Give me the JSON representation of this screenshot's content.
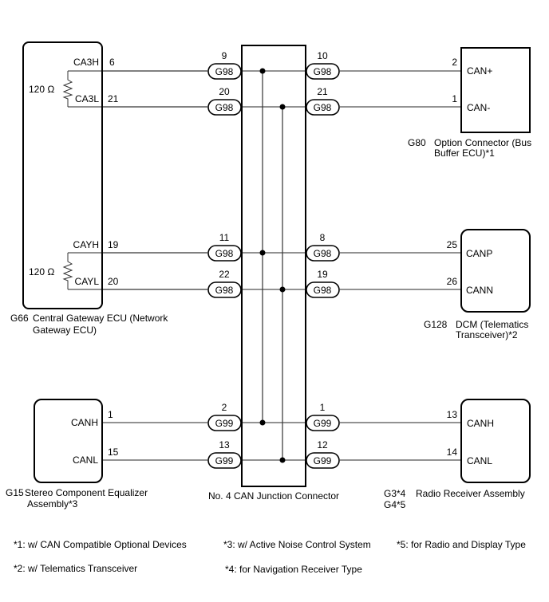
{
  "components": {
    "g66": {
      "code": "G66",
      "name_line1": "Central Gateway ECU (Network",
      "name_line2": "Gateway ECU)",
      "resistors": [
        {
          "label": "120 Ω"
        },
        {
          "label": "120 Ω"
        }
      ],
      "pins": [
        {
          "signal": "CA3H",
          "pin": "6"
        },
        {
          "signal": "CA3L",
          "pin": "21"
        },
        {
          "signal": "CAYH",
          "pin": "19"
        },
        {
          "signal": "CAYL",
          "pin": "20"
        }
      ]
    },
    "junction": {
      "name": "No. 4 CAN Junction Connector",
      "left_connectors": [
        {
          "pin": "9",
          "connector": "G98"
        },
        {
          "pin": "20",
          "connector": "G98"
        },
        {
          "pin": "11",
          "connector": "G98"
        },
        {
          "pin": "22",
          "connector": "G98"
        },
        {
          "pin": "2",
          "connector": "G99"
        },
        {
          "pin": "13",
          "connector": "G99"
        }
      ],
      "right_connectors": [
        {
          "pin": "10",
          "connector": "G98"
        },
        {
          "pin": "21",
          "connector": "G98"
        },
        {
          "pin": "8",
          "connector": "G98"
        },
        {
          "pin": "19",
          "connector": "G98"
        },
        {
          "pin": "1",
          "connector": "G99"
        },
        {
          "pin": "12",
          "connector": "G99"
        }
      ]
    },
    "g80": {
      "code": "G80",
      "name_line1": "Option Connector (Bus",
      "name_line2": "Buffer ECU)*1",
      "pins": [
        {
          "signal": "CAN+",
          "pin": "2"
        },
        {
          "signal": "CAN-",
          "pin": "1"
        }
      ]
    },
    "g128": {
      "code": "G128",
      "name_line1": "DCM (Telematics",
      "name_line2": "Transceiver)*2",
      "pins": [
        {
          "signal": "CANP",
          "pin": "25"
        },
        {
          "signal": "CANN",
          "pin": "26"
        }
      ]
    },
    "g15": {
      "code": "G15",
      "name_line1": "Stereo Component Equalizer",
      "name_line2": "Assembly*3",
      "pins": [
        {
          "signal": "CANH",
          "pin": "1"
        },
        {
          "signal": "CANL",
          "pin": "15"
        }
      ]
    },
    "radio": {
      "code_line1": "G3*4",
      "code_line2": "G4*5",
      "name": "Radio Receiver Assembly",
      "pins": [
        {
          "signal": "CANH",
          "pin": "13"
        },
        {
          "signal": "CANL",
          "pin": "14"
        }
      ]
    }
  },
  "notes": [
    "*1: w/ CAN Compatible Optional Devices",
    "*2: w/ Telematics Transceiver",
    "*3: w/ Active Noise Control System",
    "*4: for Navigation Receiver Type",
    "*5: for Radio and Display Type"
  ]
}
